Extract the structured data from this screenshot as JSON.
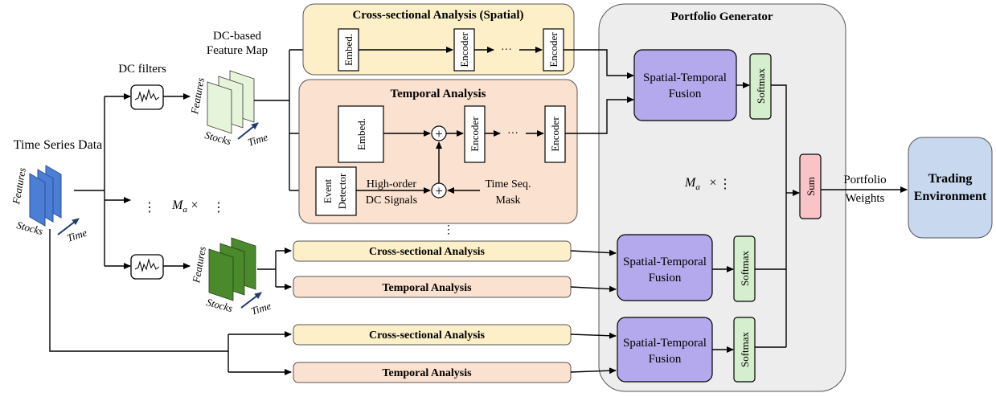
{
  "input": {
    "title": "Time Series Data",
    "axis_features": "Features",
    "axis_stocks": "Stocks",
    "axis_time": "Time"
  },
  "filters_label": "DC filters",
  "feature_map": {
    "title_line1": "DC-based",
    "title_line2": "Feature Map",
    "axis_features": "Features",
    "axis_stocks": "Stocks",
    "axis_time": "Time"
  },
  "feature_map_2": {
    "axis_features": "Features",
    "axis_stocks": "Stocks",
    "axis_time": "Time"
  },
  "repeat": {
    "dots": "⋮",
    "ma": "M",
    "ma_sub": "a",
    "times": "×"
  },
  "spatial": {
    "title": "Cross-sectional Analysis (Spatial)",
    "embed": "Embed.",
    "encoder": "Encoder",
    "ellipsis": "···"
  },
  "temporal": {
    "title": "Temporal Analysis",
    "embed": "Embed.",
    "encoder": "Encoder",
    "ellipsis": "···",
    "event_detector_1": "Event",
    "event_detector_2": "Detector",
    "signals_1": "High-order",
    "signals_2": "DC Signals",
    "mask_1": "Time Seq.",
    "mask_2": "Mask",
    "plus": "+"
  },
  "branch_a": {
    "cross": "Cross-sectional Analysis",
    "temporal": "Temporal Analysis"
  },
  "branch_b": {
    "cross": "Cross-sectional Analysis",
    "temporal": "Temporal Analysis"
  },
  "portfolio": {
    "title": "Portfolio Generator",
    "fusion_1": "Spatial-Temporal",
    "fusion_2": "Fusion",
    "softmax": "Softmax",
    "sum": "Sum"
  },
  "weights_1": "Portfolio",
  "weights_2": "Weights",
  "trading_1": "Trading",
  "trading_2": "Environment",
  "colors": {
    "spatial_bg": "#fdf0c8",
    "temporal_bg": "#fbe1d0",
    "portfolio_bg": "#ededed",
    "fusion": "#b3a9ec",
    "softmax": "#d5eecd",
    "sum": "#f8c4c8",
    "trading": "#c7d8ef",
    "input_cube": "#4d7ed6",
    "map_light": "#e6f5da",
    "map_dark": "#4b8a2c"
  }
}
